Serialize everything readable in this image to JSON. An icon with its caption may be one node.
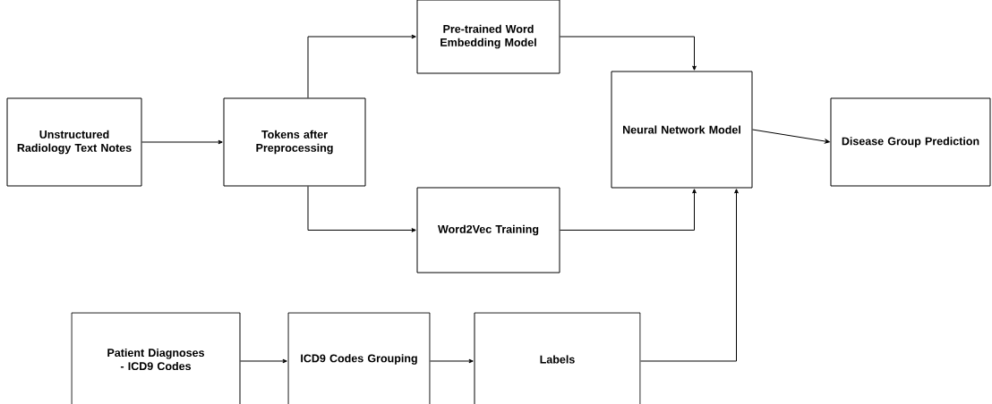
{
  "diagram": {
    "nodes": [
      {
        "text": [
          "Unstructured Radiology Text Notes"
        ]
      },
      {
        "text": [
          "Tokens after Preprocessing"
        ]
      },
      {
        "text": [
          "Pre-trained Word Embedding Model"
        ]
      },
      {
        "text": [
          "Word2Vec Training"
        ]
      },
      {
        "text": [
          "Neural Network Model"
        ]
      },
      {
        "text": [
          "Disease Group Prediction"
        ]
      },
      {
        "text": [
          "Patient Diagnoses - ICD9 Codes"
        ]
      },
      {
        "text": [
          "ICD9 Codes Grouping"
        ]
      },
      {
        "text": [
          "Labels"
        ]
      }
    ],
    "edges": [
      {
        "from": 0,
        "to": 1,
        "arrow": "to"
      },
      {
        "from": 1,
        "to": 2,
        "arrow": "to"
      },
      {
        "from": 1,
        "to": 3,
        "arrow": "to"
      },
      {
        "from": 2,
        "to": 4,
        "arrow": "to"
      },
      {
        "from": 3,
        "to": 4,
        "arrow": "to"
      },
      {
        "from": 4,
        "to": 5,
        "arrow": "to"
      },
      {
        "from": 6,
        "to": 7,
        "arrow": "to"
      },
      {
        "from": 7,
        "to": 8,
        "arrow": "to"
      },
      {
        "from": 8,
        "to": 4,
        "arrow": "to"
      }
    ]
  }
}
